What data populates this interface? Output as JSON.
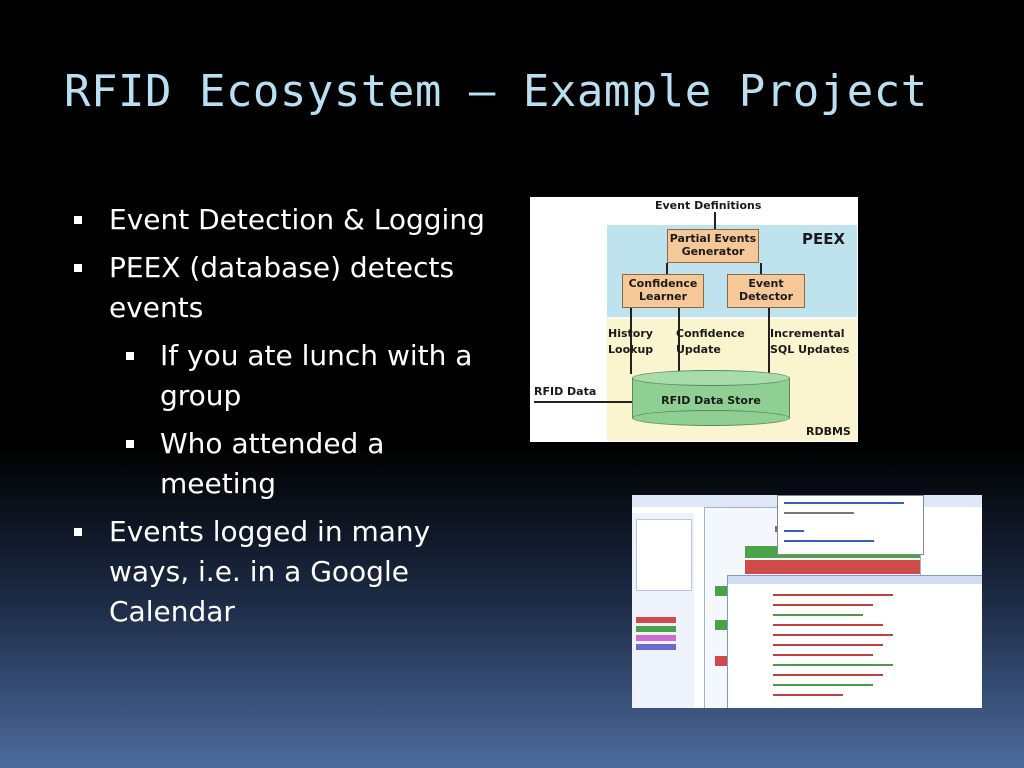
{
  "slide": {
    "title": "RFID Ecosystem – Example Project",
    "bullets": [
      {
        "text": "Event  Detection & Logging",
        "level": 1
      },
      {
        "text": "PEEX (database) detects events",
        "level": 1
      },
      {
        "text": "If you ate lunch with a group",
        "level": 2
      },
      {
        "text": "Who attended a meeting",
        "level": 2
      },
      {
        "text": "Events logged in many ways, i.e. in a Google Calendar",
        "level": 1
      }
    ]
  },
  "diagram": {
    "event_definitions": "Event Definitions",
    "peex": "PEEX",
    "partial_events_generator": "Partial Events Generator",
    "confidence_learner": "Confidence Learner",
    "event_detector": "Event Detector",
    "history_lookup": "History Lookup",
    "confidence_update": "Confidence Update",
    "incremental_sql_updates": "Incremental SQL Updates",
    "rfid_data": "RFID Data",
    "rfid_data_store": "RFID Data Store",
    "rdbms": "RDBMS"
  },
  "colors": {
    "title": "#b8dff2",
    "peex_fill": "#bfe3ee",
    "rdbms_fill": "#faf4cf",
    "box_fill": "#f6c797",
    "store_fill": "#8fcf94"
  }
}
